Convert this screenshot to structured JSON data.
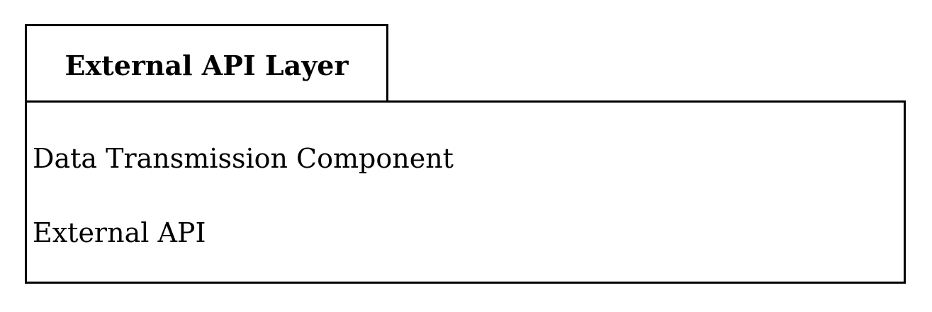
{
  "package": {
    "title": "External API Layer",
    "items": [
      "Data Transmission Component",
      "External API"
    ]
  },
  "colors": {
    "border": "#000000",
    "background": "#ffffff",
    "text": "#000000"
  }
}
